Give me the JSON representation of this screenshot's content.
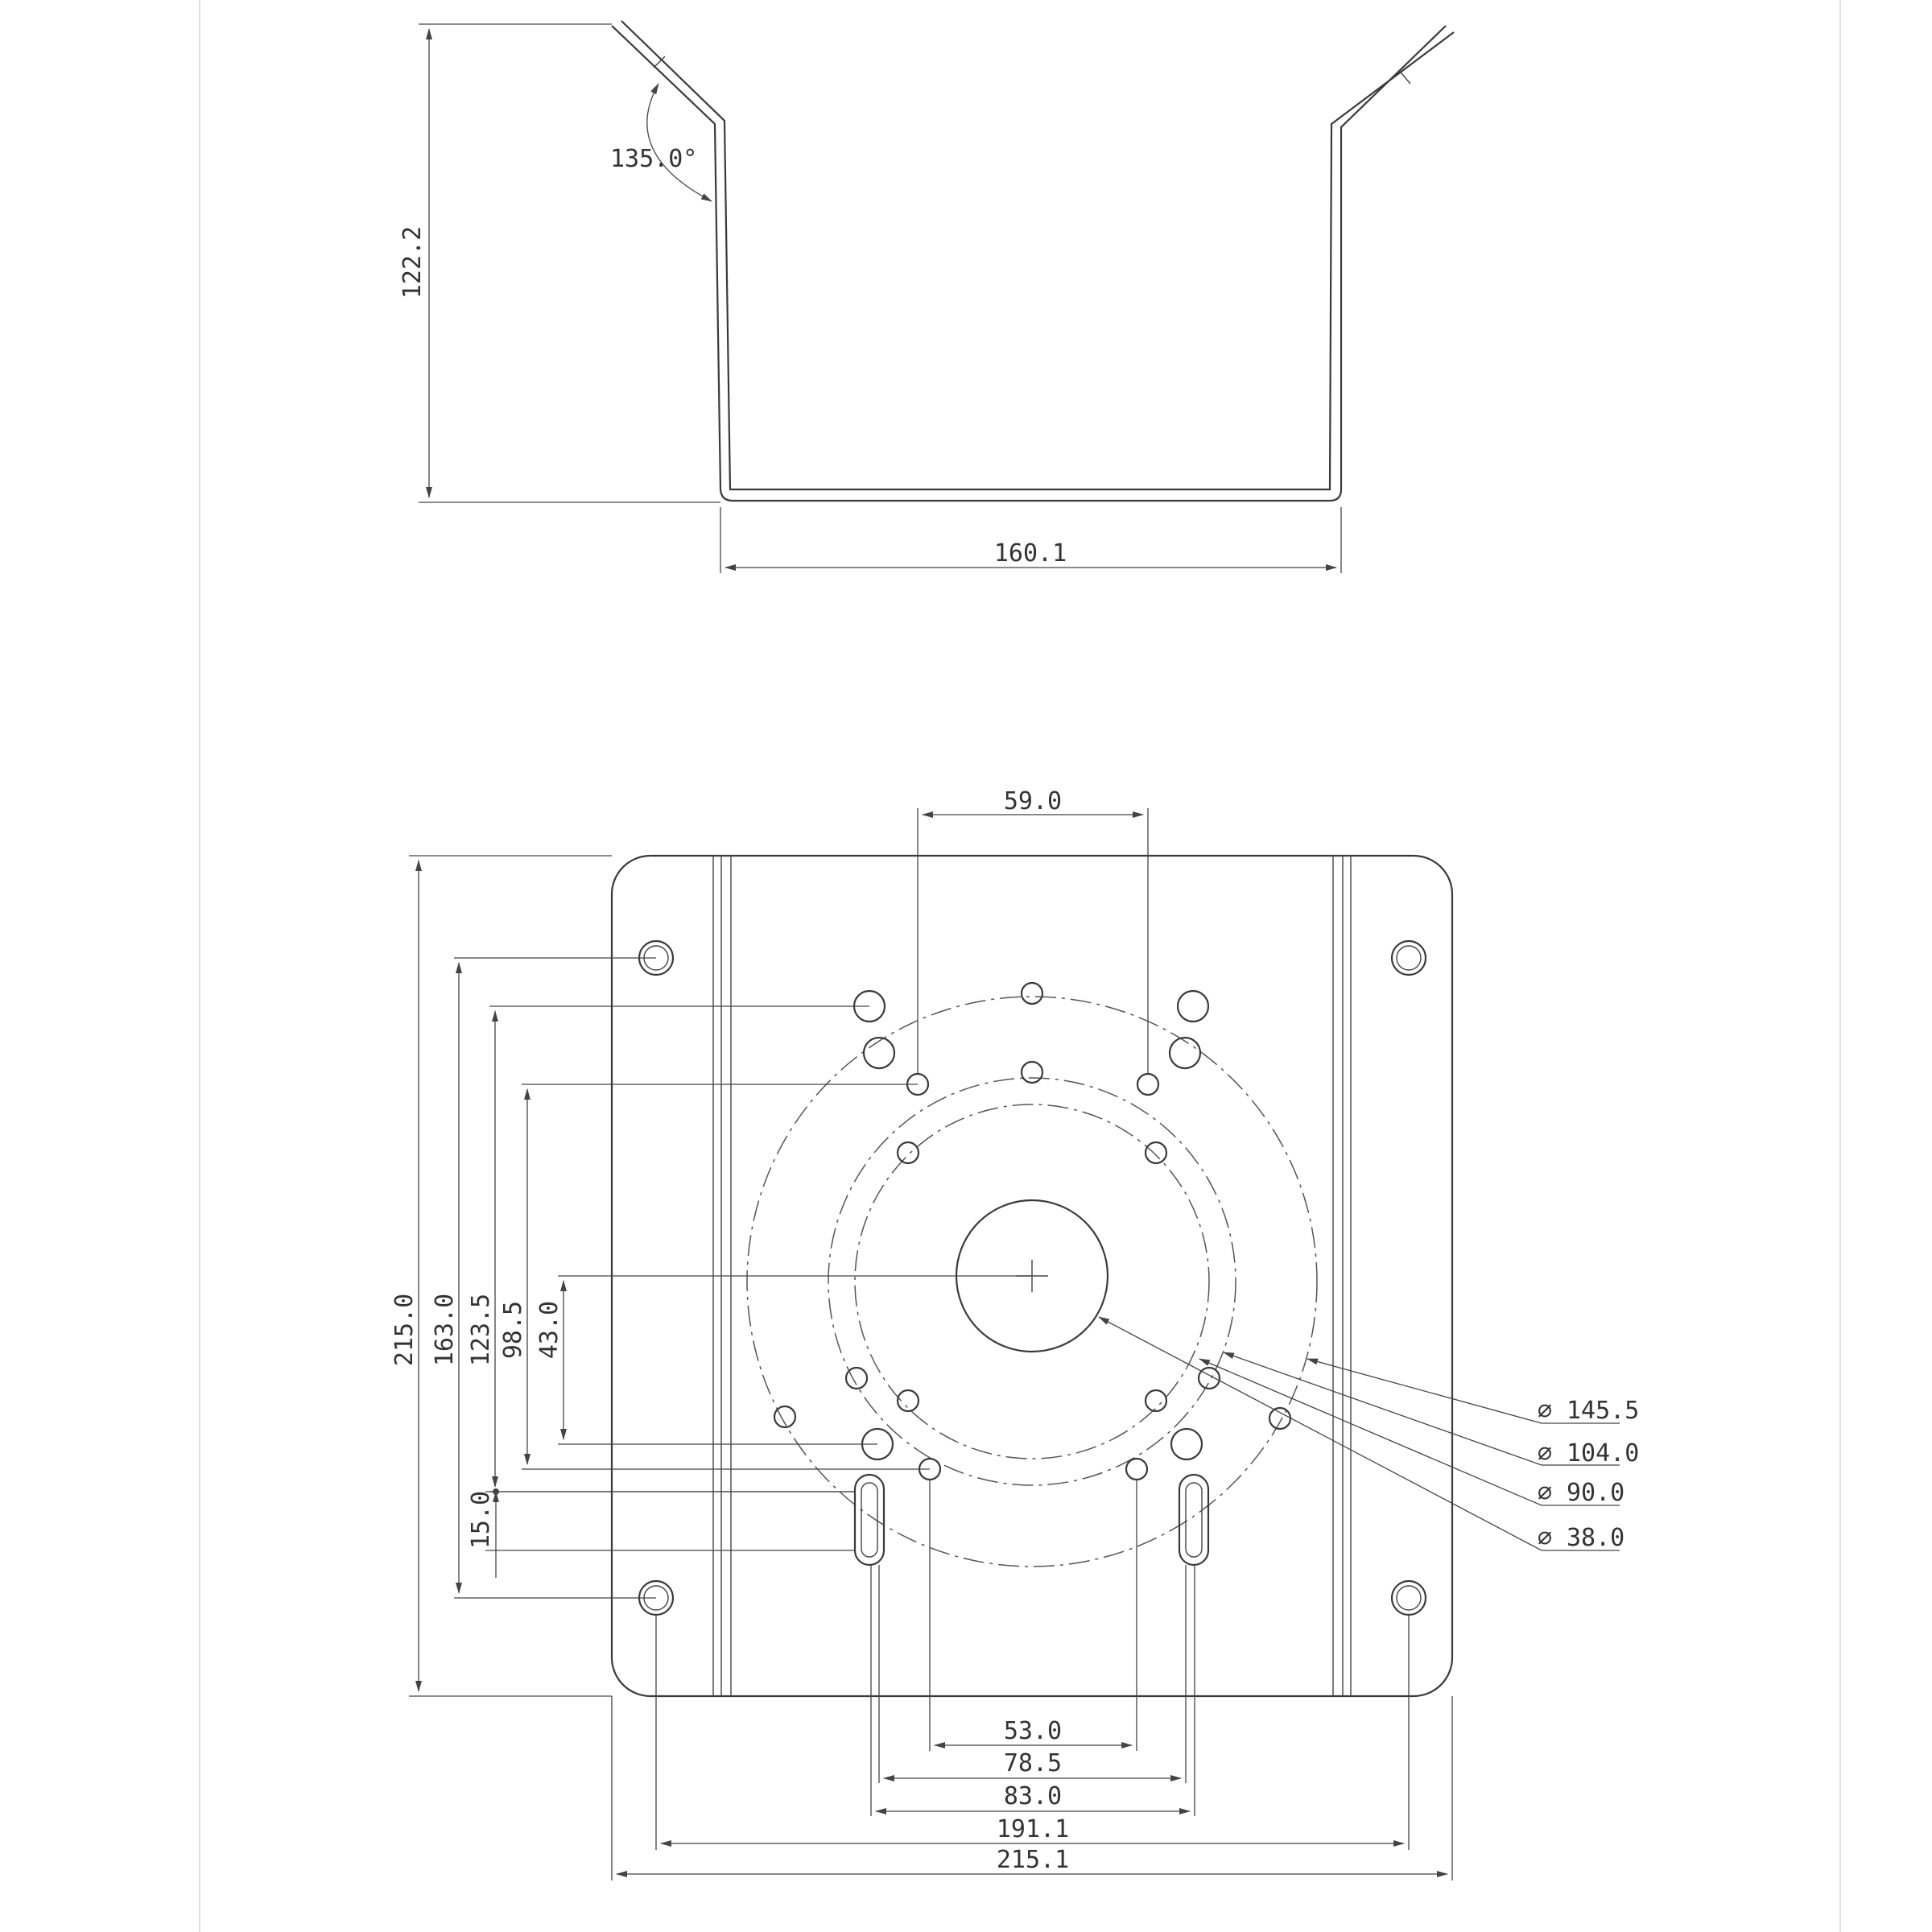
{
  "side_view": {
    "angle_label": "135.0°",
    "height_label": "122.2",
    "width_label": "160.1"
  },
  "plan_view": {
    "top_spacing_label": "59.0",
    "left_dims": [
      "215.0",
      "163.0",
      "123.5",
      "98.5",
      "43.0",
      "15.0"
    ],
    "bottom_dims": [
      "53.0",
      "78.5",
      "83.0",
      "191.1",
      "215.1"
    ],
    "diameter_symbol": "∅",
    "diameters": [
      "145.5",
      "104.0",
      "90.0",
      "38.0"
    ]
  }
}
